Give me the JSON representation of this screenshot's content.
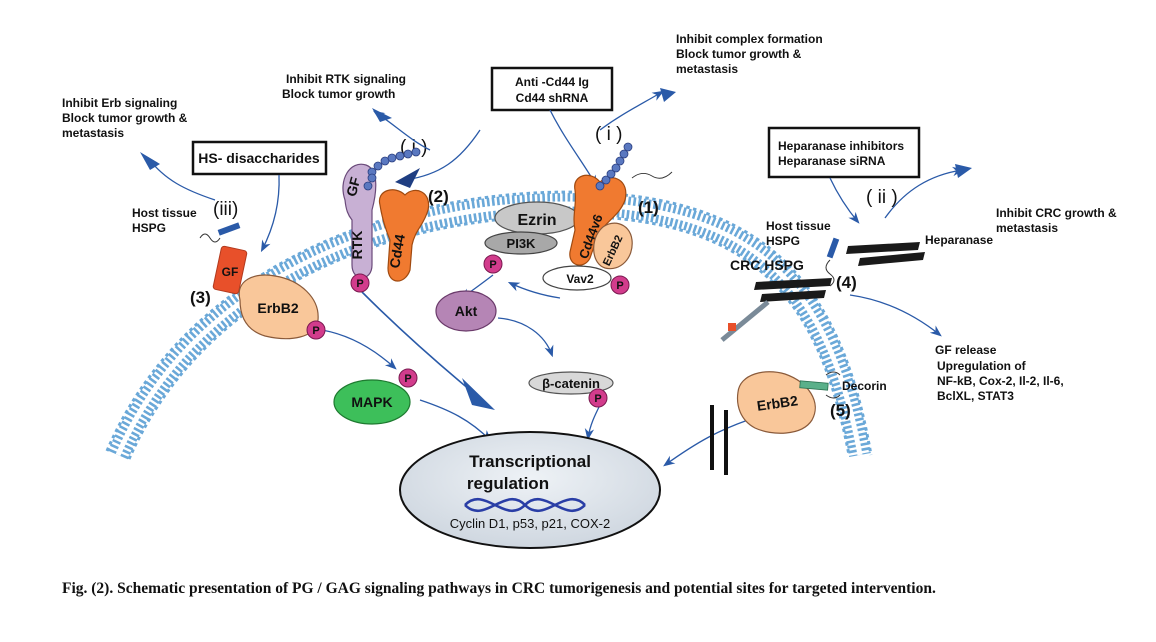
{
  "interventions": {
    "erb": [
      "Inhibit Erb signaling",
      "Block tumor growth &",
      "metastasis"
    ],
    "rtk": [
      "Inhibit RTK signaling",
      "Block tumor growth"
    ],
    "complex": [
      "Inhibit complex formation",
      "Block tumor growth &",
      "metastasis"
    ],
    "crc": [
      "Inhibit CRC growth &",
      "metastasis"
    ]
  },
  "boxes": {
    "hs": "HS- disaccharides",
    "cd44": [
      "Anti -Cd44 Ig",
      "Cd44 shRNA"
    ],
    "heparanase": [
      "Heparanase inhibitors",
      "Heparanase siRNA"
    ]
  },
  "roman": {
    "iii": "(iii)",
    "i_left": "( i )",
    "i_right": "( i )",
    "ii": "( ii )"
  },
  "numbers": {
    "n1": "(1)",
    "n2": "(2)",
    "n3": "(3)",
    "n4": "(4)",
    "n5": "(5)"
  },
  "molecules": {
    "host_left": [
      "Host tissue",
      "HSPG"
    ],
    "gf_left": "GF",
    "erbb2": "ErbB2",
    "gf_rtk": "GF",
    "rtk": "RTK",
    "cd44": "Cd44",
    "ezrin": "Ezrin",
    "pi3k": "PI3K",
    "cd44v6": "Cd44v6",
    "erbb2_small": "ErbB2",
    "vav2": "Vav2",
    "p": "P",
    "akt": "Akt",
    "mapk": "MAPK",
    "bcatenin": "β-catenin",
    "host_right": [
      "Host tissue",
      "HSPG"
    ],
    "heparanase": "Heparanase",
    "crc_hspg": "CRC HSPG",
    "decorin": "Decorin"
  },
  "effects": {
    "gf_release": "GF release",
    "upregulation": [
      "Upregulation of",
      "NF-kB, Cox-2, Il-2, Il-6,",
      "BclXL, STAT3"
    ]
  },
  "nucleus": {
    "title": [
      "Transcriptional",
      "regulation"
    ],
    "genes": "Cyclin D1, p53, p21, COX-2"
  },
  "caption": "Fig. (2). Schematic presentation of PG / GAG signaling pathways in CRC tumorigenesis and potential sites for targeted intervention.",
  "colors": {
    "membrane": "#6aa8d8",
    "arrow": "#2a5aa8",
    "peach": "#f9c79a",
    "orange": "#f07a30",
    "magenta": "#d23c8c",
    "akt": "#b585b5",
    "mapk": "#3dbf5a",
    "nucleus": "#dfe5ec",
    "dna": "#2a3ea6"
  }
}
